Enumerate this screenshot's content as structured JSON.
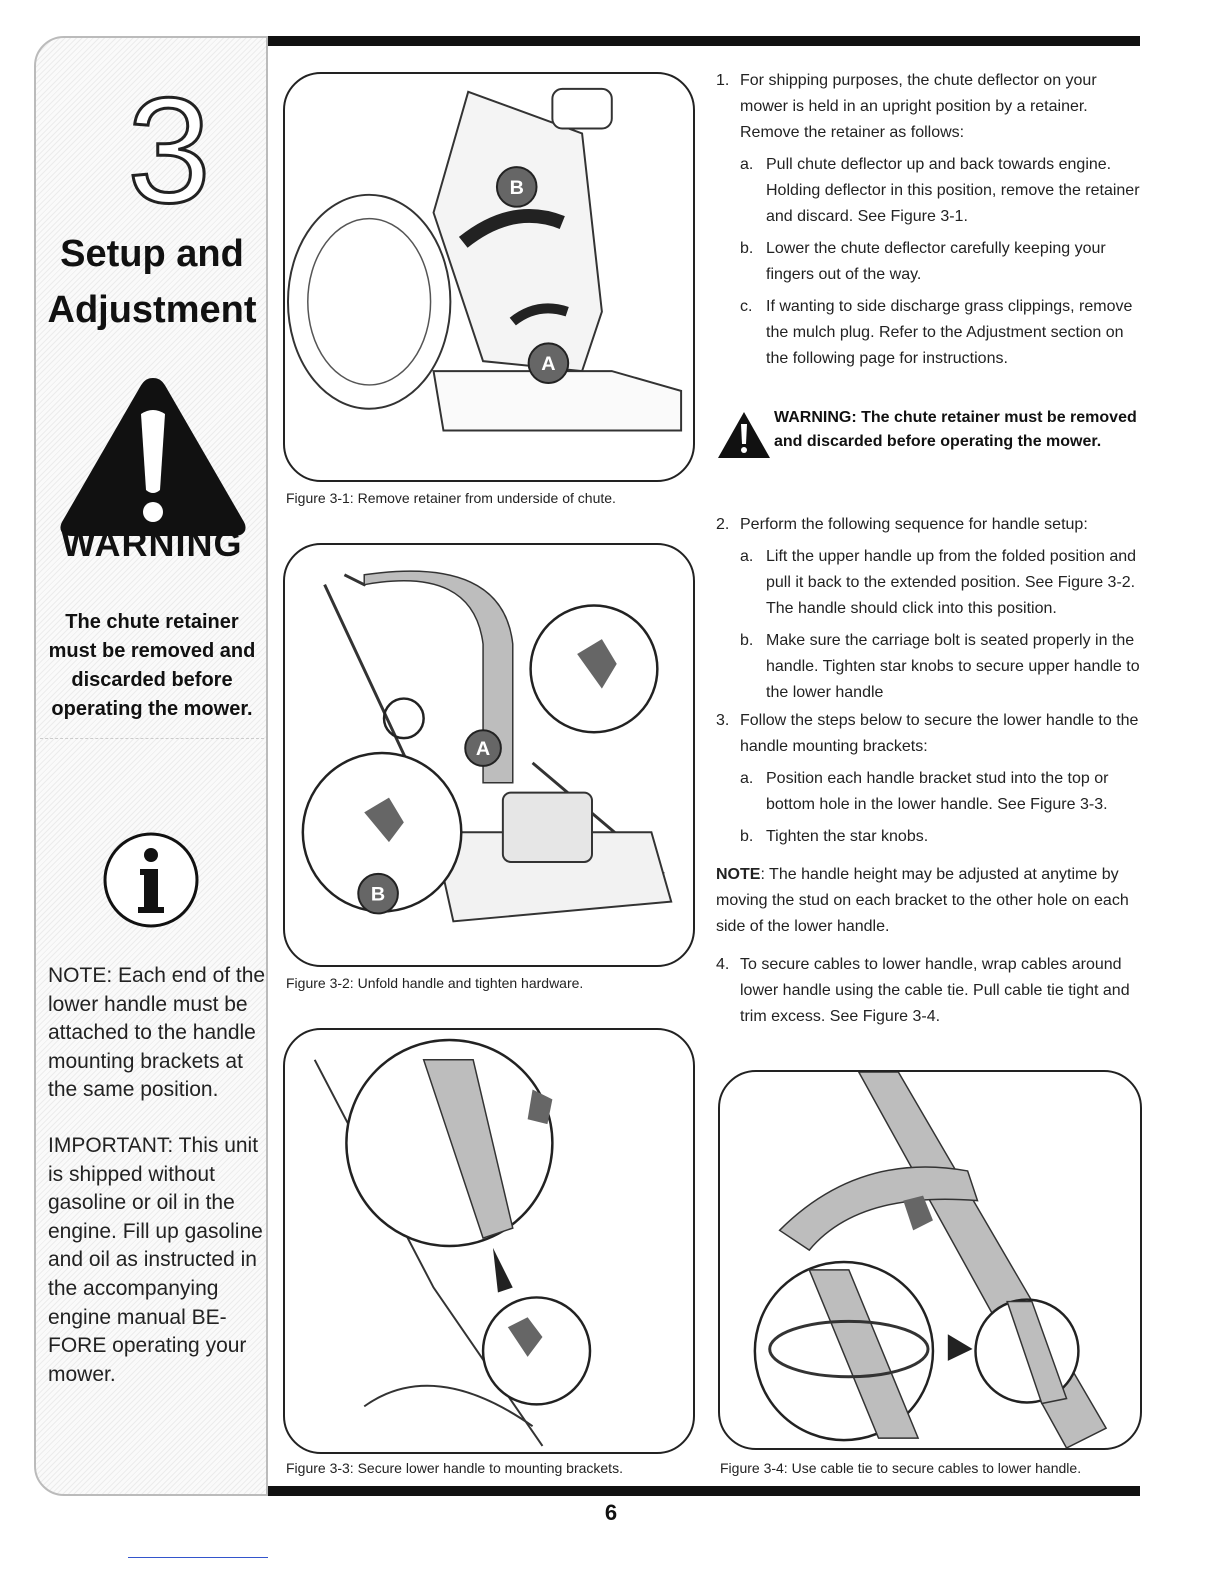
{
  "sidebar": {
    "chapter_number": "3",
    "title_line1": "Setup and",
    "title_line2": "Adjustment",
    "warning_word": "WARNING",
    "warning_message": "The chute retainer must be removed and discarded before operating the mower.",
    "note": "NOTE: Each end of the lower handle must be attached to the handle mounting brackets at the same position.",
    "important": "IMPORTANT: This unit is shipped without gasoline or oil in the engine. Fill up gasoline and oil as instructed in the accompanying engine manual BE-FORE operating your mower."
  },
  "figures": {
    "fig1_caption": "Figure 3-1: Remove retainer from underside of chute.",
    "fig1_label_a": "A",
    "fig1_label_b": "B",
    "fig2_caption": "Figure 3-2: Unfold handle and tighten hardware.",
    "fig2_label_a": "A",
    "fig2_label_b": "B",
    "fig3_caption": "Figure 3-3: Secure lower handle to mounting brackets.",
    "fig4_caption": "Figure 3-4: Use cable tie to secure cables to lower handle."
  },
  "steps": {
    "step1_num": "1.",
    "step1_text": "For shipping purposes, the chute deflector on your mower is held in an upright position by a retainer. Remove the retainer as follows:",
    "step1a_let": "a.",
    "step1a_text": "Pull chute deflector up and back towards engine. Holding deflector in this position, remove the retainer and discard. See Figure 3-1.",
    "step1b_let": "b.",
    "step1b_text": "Lower the chute deflector carefully keeping your fingers out of the way.",
    "step1c_let": "c.",
    "step1c_text": "If wanting to side discharge grass clippings, remove the mulch plug. Refer to the Adjustment section on the following page for instructions.",
    "warning_text": "WARNING: The chute retainer must be removed and discarded before operating the mower.",
    "step2_num": "2.",
    "step2_text": "Perform the following sequence for handle setup:",
    "step2a_let": "a.",
    "step2a_text": "Lift the upper handle up from the folded position and pull it back to the extended position. See Figure 3-2. The handle should click into this position.",
    "step2b_let": "b.",
    "step2b_text": "Make sure the carriage bolt is seated properly in the handle. Tighten star knobs to secure upper handle to the lower handle",
    "step3_num": "3.",
    "step3_text": "Follow the steps below to secure the lower handle to the handle mounting brackets:",
    "step3a_let": "a.",
    "step3a_text": "Position each handle bracket stud into the top or bottom hole in the lower handle. See Figure 3-3.",
    "step3b_let": "b.",
    "step3b_text": "Tighten the star knobs.",
    "note_label": "NOTE",
    "note_text": ": The handle height may be adjusted at anytime by moving the stud on each bracket to the other hole on each side of the lower handle.",
    "step4_num": "4.",
    "step4_text": "To secure cables to lower handle, wrap cables around lower handle using the cable tie. Pull cable tie tight and trim excess. See Figure 3-4."
  },
  "page_number": "6"
}
